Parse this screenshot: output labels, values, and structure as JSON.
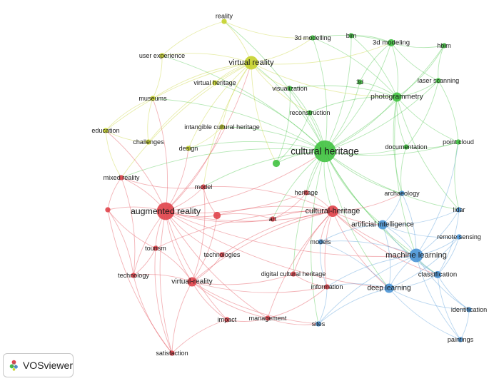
{
  "app": {
    "logo_text": "VOSviewer"
  },
  "clusters": {
    "red": "#e0424a",
    "green": "#41c241",
    "blue": "#4a95d6",
    "yellow": "#c5d12c"
  },
  "nodes": [
    {
      "id": "reality",
      "label": "reality",
      "cluster": "yellow",
      "weight": 1
    },
    {
      "id": "virtual-reality-y",
      "label": "virtual reality",
      "cluster": "yellow",
      "weight": 5
    },
    {
      "id": "user-experience",
      "label": "user experience",
      "cluster": "yellow",
      "weight": 1
    },
    {
      "id": "virtual-heritage",
      "label": "virtual heritage",
      "cluster": "yellow",
      "weight": 1
    },
    {
      "id": "museums",
      "label": "museums",
      "cluster": "yellow",
      "weight": 1
    },
    {
      "id": "intangible",
      "label": "intangible cultural heritage",
      "cluster": "yellow",
      "weight": 1
    },
    {
      "id": "education",
      "label": "education",
      "cluster": "yellow",
      "weight": 1
    },
    {
      "id": "challenges",
      "label": "challenges",
      "cluster": "yellow",
      "weight": 1
    },
    {
      "id": "design",
      "label": "design",
      "cluster": "yellow",
      "weight": 1
    },
    {
      "id": "3d-modelling",
      "label": "3d modelling",
      "cluster": "green",
      "weight": 1
    },
    {
      "id": "bim",
      "label": "bim",
      "cluster": "green",
      "weight": 1
    },
    {
      "id": "3d-modeling",
      "label": "3d modeling",
      "cluster": "green",
      "weight": 2
    },
    {
      "id": "hbim",
      "label": "hbim",
      "cluster": "green",
      "weight": 1
    },
    {
      "id": "3d",
      "label": "3d",
      "cluster": "green",
      "weight": 1
    },
    {
      "id": "laser-scanning",
      "label": "laser scanning",
      "cluster": "green",
      "weight": 1
    },
    {
      "id": "visualization",
      "label": "visualization",
      "cluster": "green",
      "weight": 1
    },
    {
      "id": "photogrammetry",
      "label": "photogrammetry",
      "cluster": "green",
      "weight": 3
    },
    {
      "id": "reconstruction",
      "label": "reconstruction",
      "cluster": "green",
      "weight": 1
    },
    {
      "id": "cultural-heritage",
      "label": "cultural heritage",
      "cluster": "green",
      "weight": 9
    },
    {
      "id": "documentation",
      "label": "documentation",
      "cluster": "green",
      "weight": 1
    },
    {
      "id": "point-cloud",
      "label": "point cloud",
      "cluster": "green",
      "weight": 1
    },
    {
      "id": "green-hub",
      "label": "",
      "cluster": "green",
      "weight": 2
    },
    {
      "id": "mixed-reality",
      "label": "mixed reality",
      "cluster": "red",
      "weight": 1
    },
    {
      "id": "model",
      "label": "model",
      "cluster": "red",
      "weight": 1
    },
    {
      "id": "heritage",
      "label": "heritage",
      "cluster": "red",
      "weight": 1
    },
    {
      "id": "augmented-reality",
      "label": "augmented reality",
      "cluster": "red",
      "weight": 7
    },
    {
      "id": "art",
      "label": "art",
      "cluster": "red",
      "weight": 1
    },
    {
      "id": "cultural-heritage-h",
      "label": "cultural-heritage",
      "cluster": "red",
      "weight": 4
    },
    {
      "id": "red-left",
      "label": "",
      "cluster": "red",
      "weight": 1
    },
    {
      "id": "red-mid",
      "label": "",
      "cluster": "red",
      "weight": 2
    },
    {
      "id": "tourism",
      "label": "tourism",
      "cluster": "red",
      "weight": 1
    },
    {
      "id": "technologies",
      "label": "technologies",
      "cluster": "red",
      "weight": 1
    },
    {
      "id": "technology",
      "label": "technology",
      "cluster": "red",
      "weight": 1
    },
    {
      "id": "virtual-reality-h",
      "label": "virtual-reality",
      "cluster": "red",
      "weight": 3
    },
    {
      "id": "impact",
      "label": "impact",
      "cluster": "red",
      "weight": 1
    },
    {
      "id": "management",
      "label": "management",
      "cluster": "red",
      "weight": 1
    },
    {
      "id": "satisfaction",
      "label": "satisfaction",
      "cluster": "red",
      "weight": 1
    },
    {
      "id": "digital-ch",
      "label": "digital cultural heritage",
      "cluster": "red",
      "weight": 1
    },
    {
      "id": "information",
      "label": "information",
      "cluster": "red",
      "weight": 1
    },
    {
      "id": "archaeology",
      "label": "archaeology",
      "cluster": "blue",
      "weight": 1
    },
    {
      "id": "lidar",
      "label": "lidar",
      "cluster": "blue",
      "weight": 1
    },
    {
      "id": "ai",
      "label": "artificial intelligence",
      "cluster": "blue",
      "weight": 3
    },
    {
      "id": "remote-sensing",
      "label": "remote sensing",
      "cluster": "blue",
      "weight": 1
    },
    {
      "id": "models",
      "label": "models",
      "cluster": "blue",
      "weight": 1
    },
    {
      "id": "machine-learning",
      "label": "machine learning",
      "cluster": "blue",
      "weight": 5
    },
    {
      "id": "classification",
      "label": "classification",
      "cluster": "blue",
      "weight": 2
    },
    {
      "id": "deep-learning",
      "label": "deep learning",
      "cluster": "blue",
      "weight": 3
    },
    {
      "id": "identification",
      "label": "identification",
      "cluster": "blue",
      "weight": 1
    },
    {
      "id": "sites",
      "label": "sites",
      "cluster": "blue",
      "weight": 1
    },
    {
      "id": "paintings",
      "label": "paintings",
      "cluster": "blue",
      "weight": 1
    }
  ]
}
